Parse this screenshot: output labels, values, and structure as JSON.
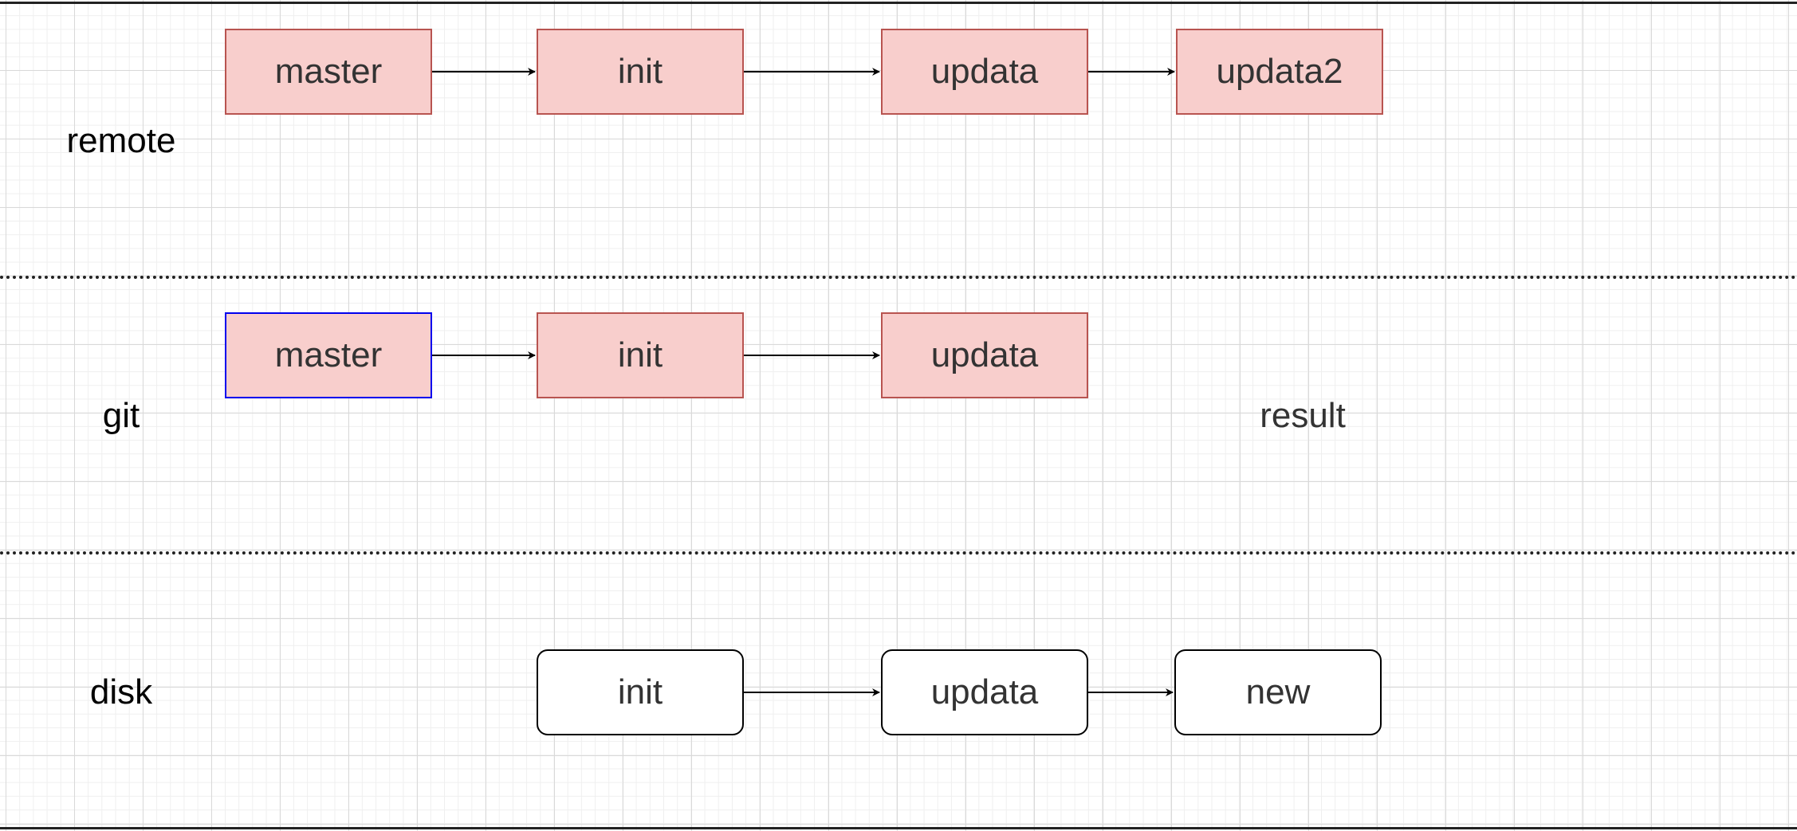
{
  "lanes": {
    "remote": "remote",
    "git": "git",
    "disk": "disk"
  },
  "remote_nodes": [
    "master",
    "init",
    "updata",
    "updata2"
  ],
  "git_nodes": [
    "master",
    "init",
    "updata"
  ],
  "disk_nodes": [
    "init",
    "updata",
    "new"
  ],
  "result_label": "result",
  "colors": {
    "commit_fill": "#f8cecc",
    "commit_stroke": "#b85450",
    "head_stroke": "#0000ee",
    "file_stroke": "#000000"
  }
}
